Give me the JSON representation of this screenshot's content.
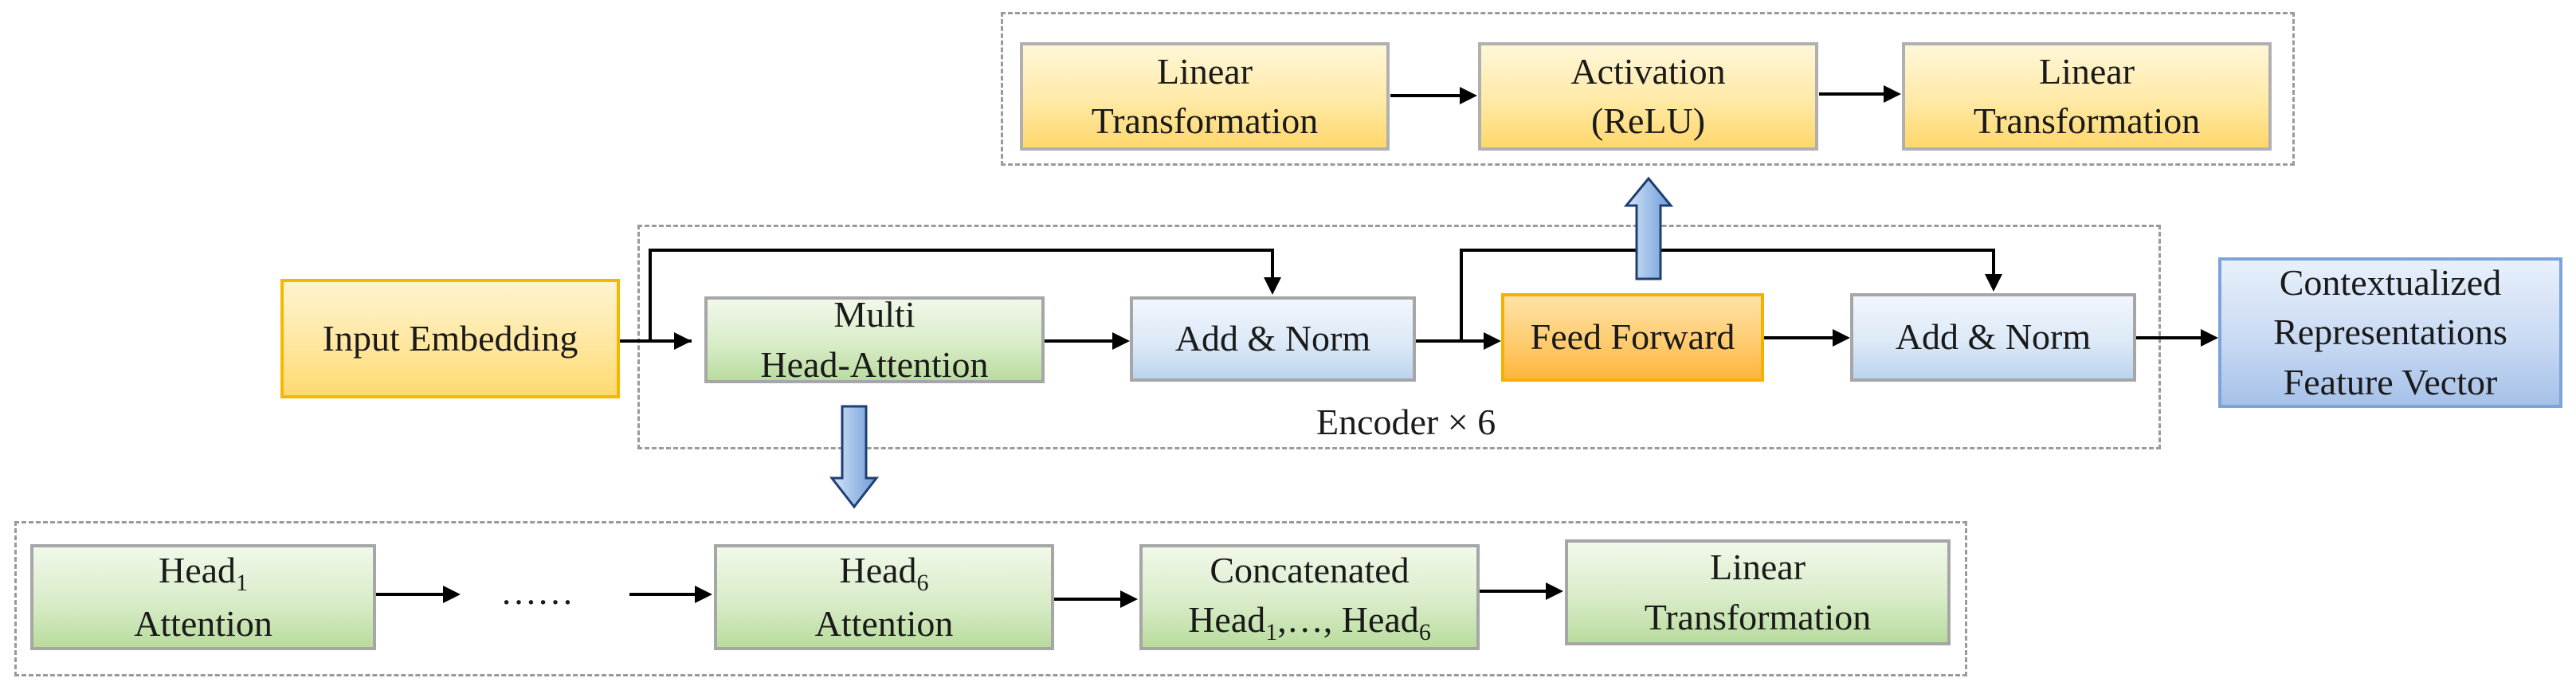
{
  "encoder_label": "Encoder × 6",
  "input": {
    "label": "Input Embedding"
  },
  "mha": {
    "line1": "Multi",
    "line2": "Head-Attention"
  },
  "add_norm_1": {
    "label": "Add & Norm"
  },
  "feed_forward": {
    "label": "Feed Forward"
  },
  "add_norm_2": {
    "label": "Add & Norm"
  },
  "output": {
    "line1": "Contextualized",
    "line2": "Representations",
    "line3": "Feature Vector"
  },
  "ffn_detail": {
    "linear1": {
      "line1": "Linear",
      "line2": "Transformation"
    },
    "activation": {
      "line1": "Activation",
      "line2": "(ReLU)"
    },
    "linear2": {
      "line1": "Linear",
      "line2": "Transformation"
    }
  },
  "mha_detail": {
    "head1": {
      "head": "Head",
      "sub": "1",
      "line2": "Attention"
    },
    "ellipsis": "……",
    "head6": {
      "head": "Head",
      "sub": "6",
      "line2": "Attention"
    },
    "concat": {
      "line1": "Concatenated",
      "pre": "Head",
      "sub1": "1",
      "mid": ",…, Head",
      "sub2": "6"
    },
    "linear": {
      "line1": "Linear",
      "line2": "Transformation"
    }
  }
}
